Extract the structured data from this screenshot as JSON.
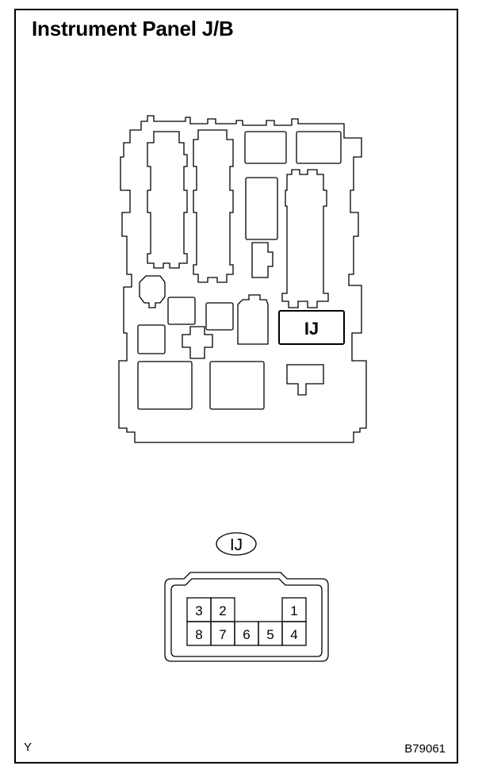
{
  "title": "Instrument Panel J/B",
  "connector_code": "IJ",
  "connector_callout": "IJ",
  "pins": {
    "p1": "1",
    "p2": "2",
    "p3": "3",
    "p4": "4",
    "p5": "5",
    "p6": "6",
    "p7": "7",
    "p8": "8"
  },
  "corner_code": "Y",
  "figure_id": "B79061",
  "colors": {
    "line": "#000000",
    "background": "#ffffff"
  }
}
